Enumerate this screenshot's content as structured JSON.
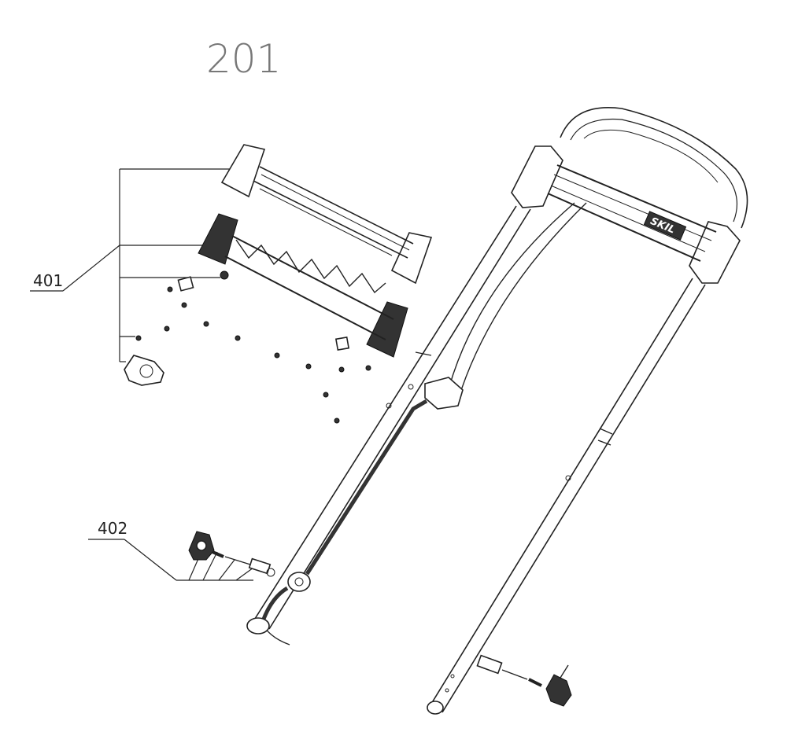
{
  "diagram": {
    "assembly_number": "201",
    "callouts": {
      "upper": "401",
      "lower": "402"
    },
    "brand_mark": "SKIL"
  }
}
